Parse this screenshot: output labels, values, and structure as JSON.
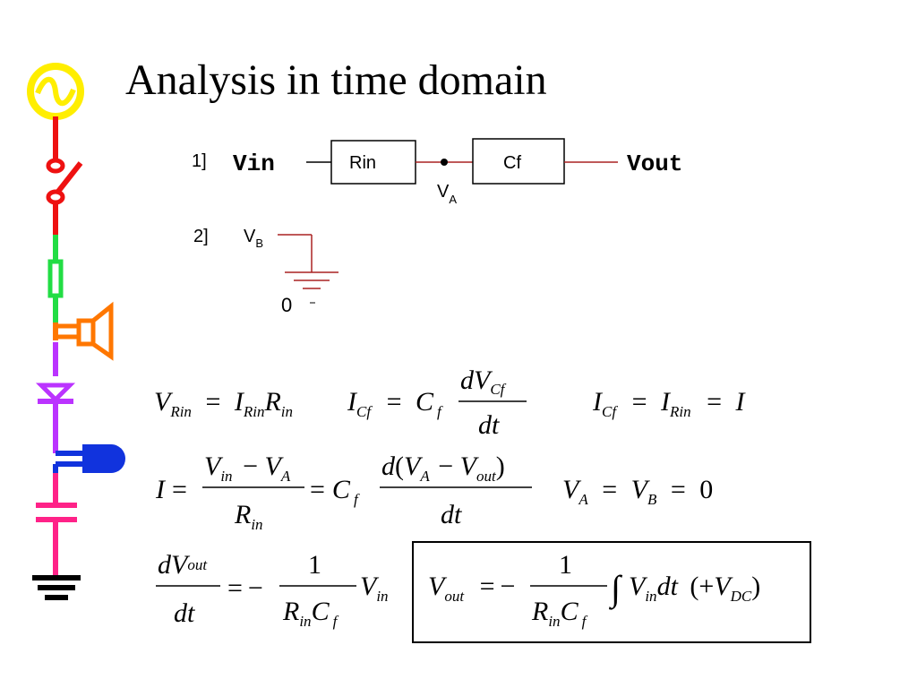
{
  "slide": {
    "title": "Analysis in time domain"
  },
  "circuit1": {
    "label": "1]",
    "vin": "Vin",
    "rin": "Rin",
    "node": "V",
    "node_sub": "A",
    "cf": "Cf",
    "vout": "Vout"
  },
  "circuit2": {
    "label": "2]",
    "vb": "V",
    "vb_sub": "B",
    "ground": "0"
  },
  "sidebar": {
    "icons": [
      "ac-source-icon",
      "switch-icon",
      "resistor-icon",
      "speaker-icon",
      "diode-icon",
      "led-icon",
      "capacitor-icon",
      "ground-icon"
    ],
    "colors": {
      "ac_source": "#ffee00",
      "switch": "#ee1111",
      "resistor": "#22dd44",
      "speaker": "#ff7700",
      "diode": "#bb33ff",
      "led": "#1133dd",
      "capacitor": "#ff2288",
      "ground": "#000000"
    }
  },
  "equations": {
    "e1": {
      "V": "V",
      "Rin": "Rin",
      "eq": "=",
      "I": "I",
      "R": "R",
      "in": "in"
    },
    "e2": {
      "I": "I",
      "Cf": "Cf",
      "eq": "=",
      "C": "C",
      "f": "f",
      "dV": "dV",
      "dt": "dt"
    },
    "e3": {
      "I": "I",
      "Cf": "Cf",
      "eq": "=",
      "Rin": "Rin"
    },
    "e4": {
      "I": "I",
      "Vin": "V",
      "in": "in",
      "minus": "−",
      "VA": "V",
      "A": "A",
      "R": "R",
      "d": "d",
      "Vout": "V",
      "out": "out",
      "dt": "dt",
      "C": "C",
      "f": "f"
    },
    "e5": {
      "VA": "V",
      "A": "A",
      "VB": "V",
      "B": "B",
      "zero": "0"
    },
    "e6": {
      "dV": "dV",
      "out": "out",
      "dt": "dt",
      "one": "1",
      "R": "R",
      "in": "in",
      "C": "C",
      "f": "f",
      "V": "V"
    },
    "e7": {
      "Vout": "V",
      "out": "out",
      "one": "1",
      "R": "R",
      "in": "in",
      "C": "C",
      "f": "f",
      "integral": "∫",
      "V": "V",
      "dt": "dt",
      "plus": "+",
      "VDC": "V",
      "DC": "DC"
    }
  }
}
